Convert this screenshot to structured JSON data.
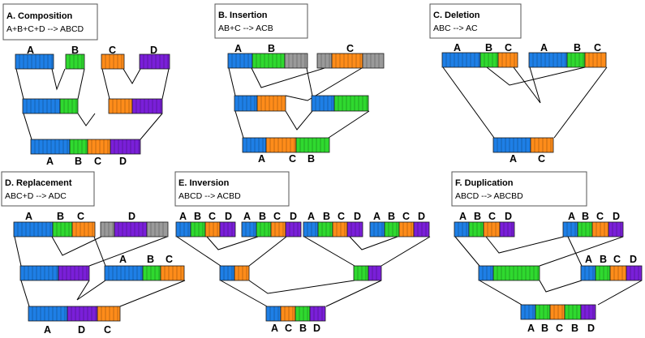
{
  "colors": {
    "A": "#1e7fe6",
    "B": "#2fd92f",
    "C": "#ff8c1a",
    "D": "#7a1fd9",
    "X": "#9a9a9a",
    "line": "#000000"
  },
  "panels": [
    {
      "title": "A. Composition",
      "rule": "A+B+C+D --> ABCD",
      "top_labels": [
        "A",
        "B",
        "C",
        "D"
      ],
      "bottom_labels": [
        "A",
        "B",
        "C",
        "D"
      ]
    },
    {
      "title": "B. Insertion",
      "rule": "AB+C --> ACB",
      "top_labels": [
        "A",
        "B",
        "C"
      ],
      "bottom_labels": [
        "A",
        "C",
        "B"
      ]
    },
    {
      "title": "C. Deletion",
      "rule": "ABC --> AC",
      "top_labels": [
        "A",
        "B",
        "C",
        "A",
        "B",
        "C"
      ],
      "bottom_labels": [
        "A",
        "C"
      ]
    },
    {
      "title": "D. Replacement",
      "rule": "ABC+D --> ADC",
      "top_labels": [
        "A",
        "B",
        "C",
        "D"
      ],
      "mid_labels": [
        "A",
        "B",
        "C"
      ],
      "bottom_labels": [
        "A",
        "D",
        "C"
      ]
    },
    {
      "title": "E.  Inversion",
      "rule": "ABCD --> ACBD",
      "top_labels": [
        "A",
        "B",
        "C",
        "D",
        "A",
        "B",
        "C",
        "D",
        "A",
        "B",
        "C",
        "D",
        "A",
        "B",
        "C",
        "D"
      ],
      "bottom_labels": [
        "A",
        "C",
        "B",
        "D"
      ]
    },
    {
      "title": "F. Duplication",
      "rule": "ABCD --> ABCBD",
      "top_labels": [
        "A",
        "B",
        "C",
        "D",
        "A",
        "B",
        "C",
        "D"
      ],
      "mid_labels": [
        "A",
        "B",
        "C",
        "D"
      ],
      "bottom_labels": [
        "A",
        "B",
        "C",
        "B",
        "D"
      ]
    }
  ]
}
